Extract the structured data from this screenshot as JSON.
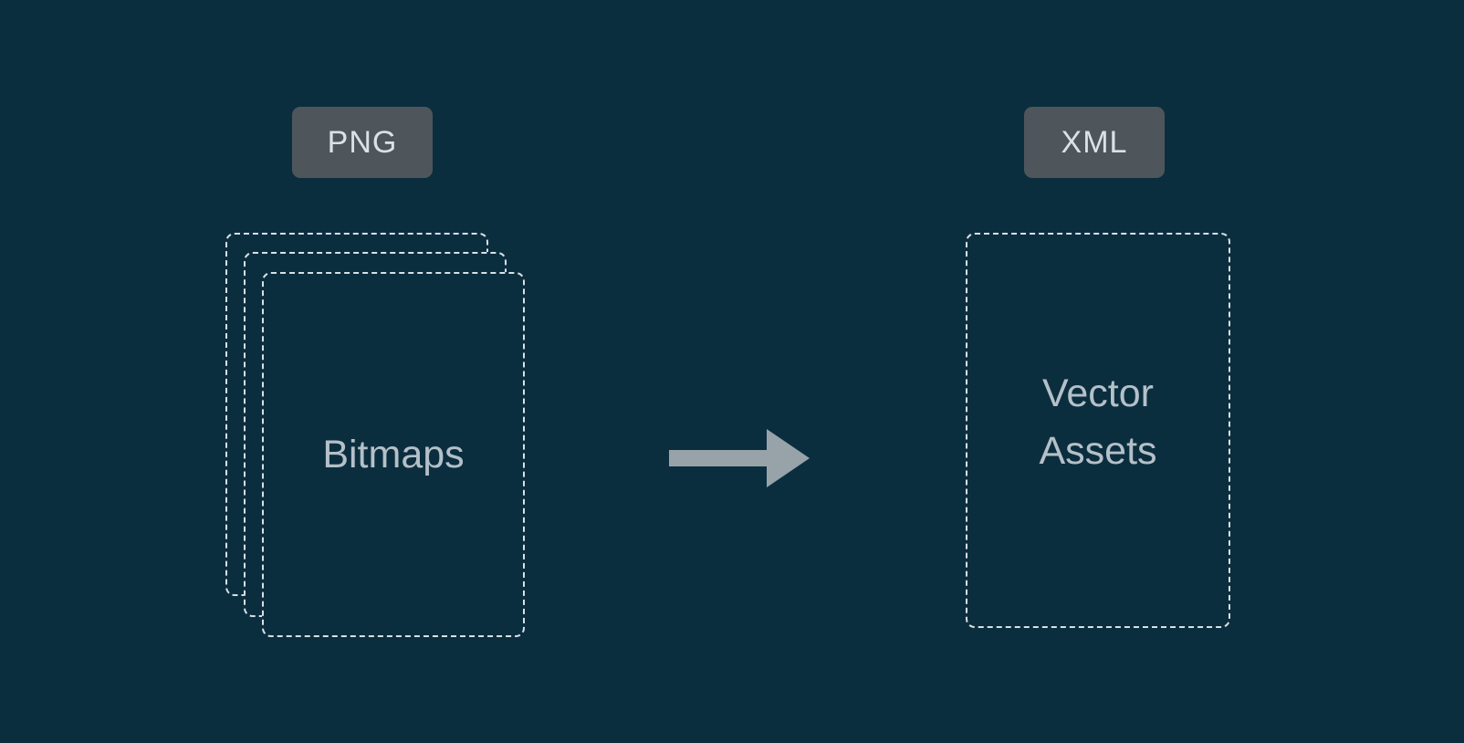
{
  "diagram": {
    "badges": {
      "png": {
        "label": "PNG"
      },
      "xml": {
        "label": "XML"
      }
    },
    "bitmaps_stack": {
      "label": "Bitmaps",
      "sheet_count": 3
    },
    "vector_assets_box": {
      "lines": [
        "Vector",
        "Assets"
      ]
    },
    "arrow": {
      "icon": "right-arrow-icon",
      "direction": "right"
    }
  },
  "colors": {
    "background": "#0b2e3f",
    "badge-bg": "#4e565c",
    "badge-text": "#dde1e4",
    "dash-border": "#d9e0e4",
    "box-text": "#b4c0c8",
    "arrow": "#98a2a9"
  }
}
